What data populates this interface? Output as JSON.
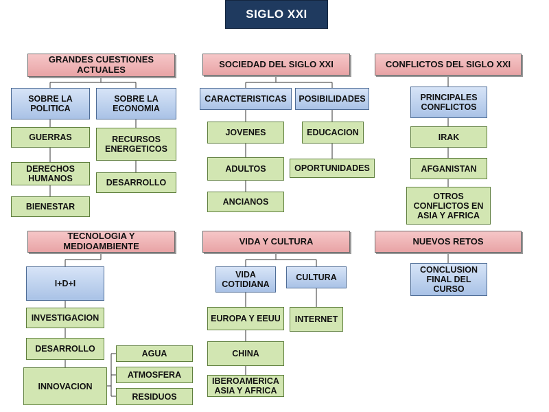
{
  "title": "SIGLO XXI",
  "colors": {
    "title_bg": "#1f3a5f",
    "category": "#f2b9bb",
    "subcategory": "#b8cdeb",
    "leaf": "#d2e6b2",
    "line": "#333333"
  },
  "categories": {
    "grandes": "GRANDES CUESTIONES ACTUALES",
    "sociedad": "SOCIEDAD DEL SIGLO XXI",
    "conflictos": "CONFLICTOS DEL SIGLO XXI",
    "tecnologia": "TECNOLOGIA Y MEDIOAMBIENTE",
    "vida": "VIDA Y CULTURA",
    "retos": "NUEVOS RETOS"
  },
  "subcategories": {
    "politica": "SOBRE LA POLITICA",
    "economia": "SOBRE LA ECONOMIA",
    "caracteristicas": "CARACTERISTICAS",
    "posibilidades": "POSIBILIDADES",
    "principales": "PRINCIPALES CONFLICTOS",
    "idi": "I+D+I",
    "vida_cotidiana": "VIDA COTIDIANA",
    "cultura": "CULTURA",
    "conclusion": "CONCLUSION FINAL DEL CURSO"
  },
  "leaves": {
    "guerras": "GUERRAS",
    "derechos": "DERECHOS HUMANOS",
    "bienestar": "BIENESTAR",
    "recursos": "RECURSOS ENERGETICOS",
    "desarrollo_eco": "DESARROLLO",
    "jovenes": "JOVENES",
    "adultos": "ADULTOS",
    "ancianos": "ANCIANOS",
    "educacion": "EDUCACION",
    "oportunidades": "OPORTUNIDADES",
    "irak": "IRAK",
    "afganistan": "AFGANISTAN",
    "otros": "OTROS CONFLICTOS EN ASIA Y AFRICA",
    "investigacion": "INVESTIGACION",
    "desarrollo_tec": "DESARROLLO",
    "innovacion": "INNOVACION",
    "agua": "AGUA",
    "atmosfera": "ATMOSFERA",
    "residuos": "RESIDUOS",
    "europa": "EUROPA Y EEUU",
    "china": "CHINA",
    "iberoamerica": "IBEROAMERICA ASIA Y AFRICA",
    "internet": "INTERNET"
  }
}
